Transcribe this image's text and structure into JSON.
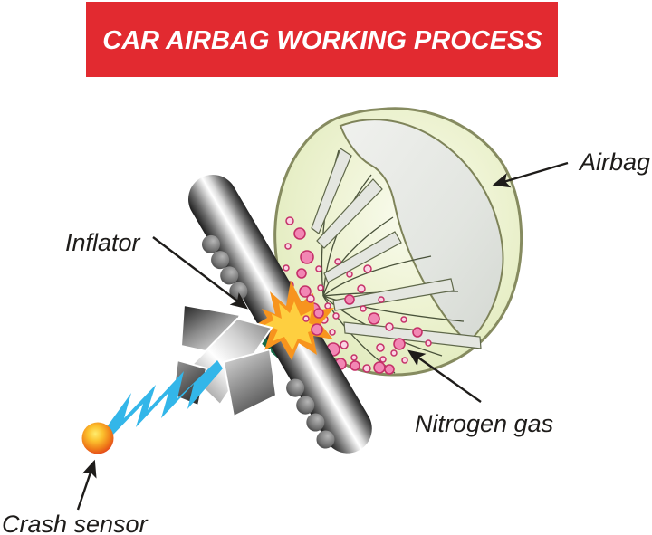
{
  "title": "CAR AIRBAG WORKING PROCESS",
  "labels": {
    "airbag": "Airbag",
    "inflator": "Inflator",
    "nitrogen_gas": "Nitrogen gas",
    "crash_sensor": "Crash sensor"
  },
  "colors": {
    "banner_bg": "#e22a30",
    "banner_text": "#ffffff",
    "label_text": "#1e1c1a",
    "arrow_color": "#1e1c1a",
    "balloon_outline": "#868b60",
    "inflator_green": "#156a47",
    "lightning_blue": "#33b6e9",
    "dot_fill": "#f287b4",
    "dot_outline": "#c53069",
    "dot_small_fill": "#fbd3e3",
    "flame_orange": "#f7941e",
    "flame_yellow": "#fecf40"
  }
}
